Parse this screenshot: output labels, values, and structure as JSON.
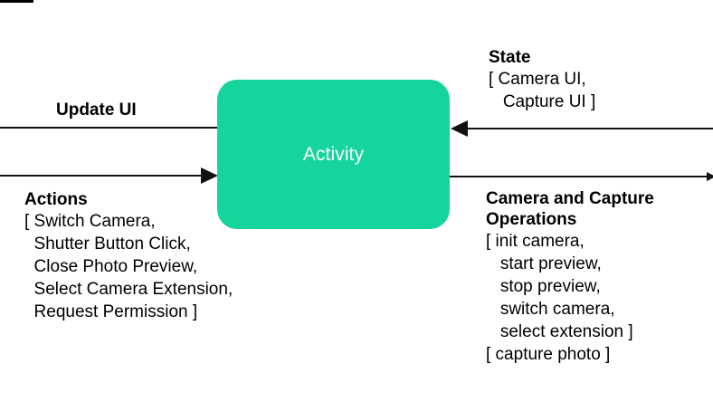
{
  "diagram": {
    "type": "data-flow",
    "background_color": "#ffffff",
    "line_color": "#111111",
    "node": {
      "label": "Activity",
      "fill_color": "#16d49d",
      "text_color": "#ffffff"
    },
    "edges": {
      "update_ui": {
        "title": "Update UI",
        "direction": "left",
        "side": "left"
      },
      "actions": {
        "title": "Actions",
        "direction": "right",
        "side": "left",
        "items": [
          "[ Switch Camera,",
          "  Shutter Button Click,",
          "  Close Photo Preview,",
          "  Select Camera Extension,",
          "  Request Permission ]"
        ]
      },
      "state": {
        "title": "State",
        "direction": "left",
        "side": "right",
        "items": [
          "[ Camera UI,",
          "   Capture UI ]"
        ]
      },
      "camera_and_capture_operations": {
        "title_line_1": "Camera and Capture",
        "title_line_2": "Operations",
        "direction": "right",
        "side": "right",
        "items": [
          "[ init camera,",
          "   start preview,",
          "   stop preview,",
          "   switch camera,",
          "   select extension ]",
          "[ capture photo ]"
        ]
      }
    }
  }
}
